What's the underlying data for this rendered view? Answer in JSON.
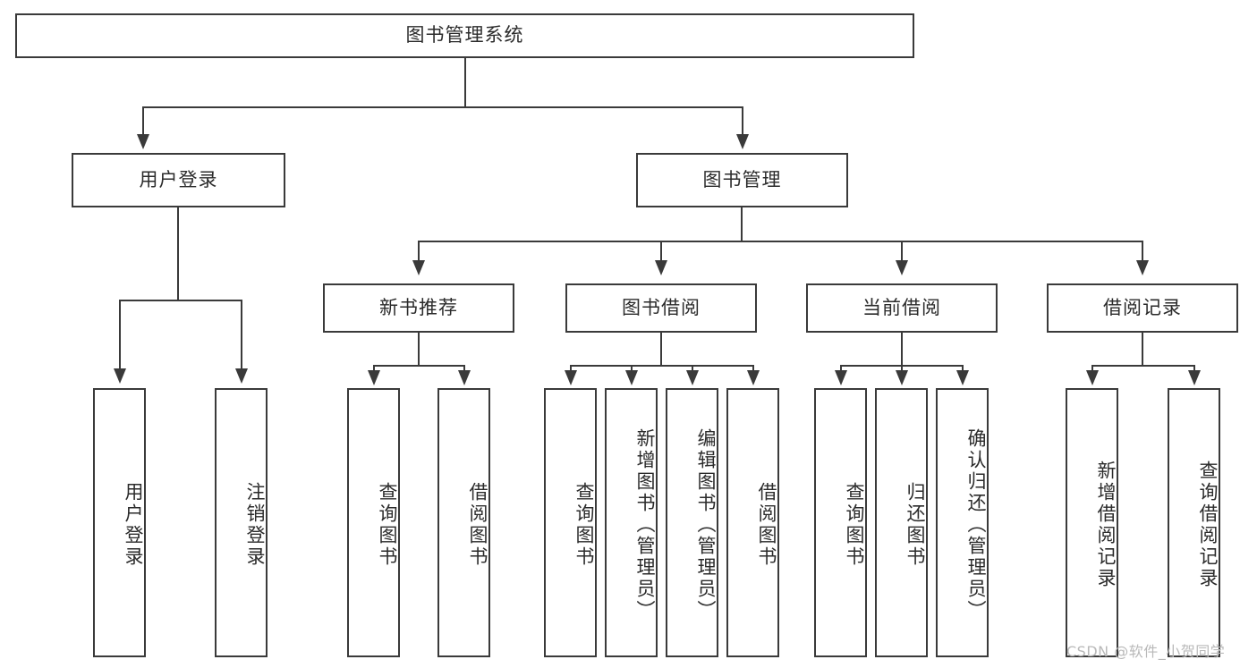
{
  "diagram": {
    "title": "图书管理系统",
    "type": "tree",
    "root": {
      "id": "root",
      "label": "图书管理系统"
    },
    "level2": [
      {
        "id": "user-login",
        "label": "用户登录"
      },
      {
        "id": "book-management",
        "label": "图书管理"
      }
    ],
    "level3": [
      {
        "id": "new-book-recommend",
        "label": "新书推荐",
        "parent": "book-management"
      },
      {
        "id": "book-borrow",
        "label": "图书借阅",
        "parent": "book-management"
      },
      {
        "id": "current-borrow",
        "label": "当前借阅",
        "parent": "book-management"
      },
      {
        "id": "borrow-record",
        "label": "借阅记录",
        "parent": "book-management"
      }
    ],
    "leaves": {
      "user-login": [
        {
          "id": "leaf-user-login",
          "label": "用户登录"
        },
        {
          "id": "leaf-user-logout",
          "label": "注销登录"
        }
      ],
      "new-book-recommend": [
        {
          "id": "leaf-query-book-1",
          "label": "查询图书"
        },
        {
          "id": "leaf-borrow-book-1",
          "label": "借阅图书"
        }
      ],
      "book-borrow": [
        {
          "id": "leaf-query-book-2",
          "label": "查询图书"
        },
        {
          "id": "leaf-add-book",
          "label": "新增图书（管理员）"
        },
        {
          "id": "leaf-edit-book",
          "label": "编辑图书（管理员）"
        },
        {
          "id": "leaf-borrow-book-2",
          "label": "借阅图书"
        }
      ],
      "current-borrow": [
        {
          "id": "leaf-query-book-3",
          "label": "查询图书"
        },
        {
          "id": "leaf-return-book",
          "label": "归还图书"
        },
        {
          "id": "leaf-confirm-return",
          "label": "确认归还（管理员）"
        }
      ],
      "borrow-record": [
        {
          "id": "leaf-add-record",
          "label": "新增借阅记录"
        },
        {
          "id": "leaf-query-record",
          "label": "查询借阅记录"
        }
      ]
    }
  },
  "watermark": {
    "text": "CSDN @软件_小贺同学"
  },
  "colors": {
    "stroke": "#3a3a3a",
    "text": "#2b2b2b",
    "background": "#ffffff",
    "watermark": "#b9b9b9"
  }
}
